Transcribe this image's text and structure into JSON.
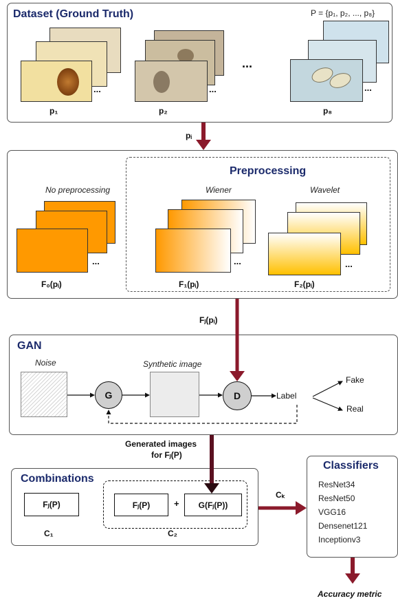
{
  "dataset": {
    "title": "Dataset (Ground Truth)",
    "set_formula": "P = {p₁, p₂, ..., p₈}",
    "labels": [
      "p₁",
      "p₂",
      "p₈"
    ],
    "ellipsis": "...",
    "stack_dots": "..."
  },
  "flow": {
    "pi_label": "pᵢ",
    "fj_label": "Fⱼ(pᵢ)",
    "generated_label_line1": "Generated images",
    "generated_label_line2": "for Fⱼ(P)",
    "ck_label": "Cₖ"
  },
  "preprocessing": {
    "title": "Preprocessing",
    "no_preprocessing": "No preprocessing",
    "wiener": "Wiener",
    "wavelet": "Wavelet",
    "f0": "F₀(pᵢ)",
    "f1": "F₁(pᵢ)",
    "f2": "F₂(pᵢ)",
    "colors": {
      "solid": "#ff9900",
      "wiener_start": "#ff9900",
      "wavelet_end": "#ffc000"
    }
  },
  "gan": {
    "title": "GAN",
    "noise": "Noise",
    "synthetic_image": "Synthetic image",
    "generator": "G",
    "discriminator": "D",
    "label": "Label",
    "fake": "Fake",
    "real": "Real"
  },
  "combinations": {
    "title": "Combinations",
    "c1_box": "Fⱼ(P)",
    "c1_label": "C₁",
    "c2_box_a": "Fⱼ(P)",
    "plus": "+",
    "c2_box_b": "G(Fⱼ(P))",
    "c2_label": "C₂"
  },
  "classifiers": {
    "title": "Classifiers",
    "items": [
      "ResNet34",
      "ResNet50",
      "VGG16",
      "Densenet121",
      "Inceptionv3"
    ]
  },
  "output": {
    "accuracy": "Accuracy metric"
  },
  "colors": {
    "arrow": "#8b1a2b",
    "title": "#1b2a6b",
    "panel_border": "#555555"
  }
}
